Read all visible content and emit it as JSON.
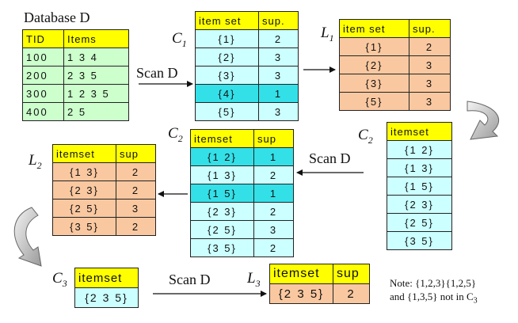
{
  "database": {
    "title": "Database D",
    "headers": [
      "TID",
      "Items"
    ],
    "rows": [
      [
        "100",
        "1 3 4"
      ],
      [
        "200",
        "2 3 5"
      ],
      [
        "300",
        "1 2 3 5"
      ],
      [
        "400",
        "2 5"
      ]
    ]
  },
  "scans": {
    "scan1": "Scan D",
    "scan2": "Scan D",
    "scan3": "Scan D"
  },
  "c1": {
    "label": "C",
    "sub": "1",
    "headers": [
      "item set",
      "sup."
    ],
    "rows": [
      [
        "{1}",
        "2"
      ],
      [
        "{2}",
        "3"
      ],
      [
        "{3}",
        "3"
      ],
      [
        "{4}",
        "1"
      ],
      [
        "{5}",
        "3"
      ]
    ],
    "highlight": [
      3
    ]
  },
  "l1": {
    "label": "L",
    "sub": "1",
    "headers": [
      "item set",
      "sup."
    ],
    "rows": [
      [
        "{1}",
        "2"
      ],
      [
        "{2}",
        "3"
      ],
      [
        "{3}",
        "3"
      ],
      [
        "{5}",
        "3"
      ]
    ]
  },
  "c2_right": {
    "label": "C",
    "sub": "2",
    "headers": [
      "itemset"
    ],
    "rows": [
      [
        "{1 2}"
      ],
      [
        "{1 3}"
      ],
      [
        "{1 5}"
      ],
      [
        "{2 3}"
      ],
      [
        "{2 5}"
      ],
      [
        "{3 5}"
      ]
    ]
  },
  "c2_mid": {
    "label": "C",
    "sub": "2",
    "headers": [
      "itemset",
      "sup"
    ],
    "rows": [
      [
        "{1 2}",
        "1"
      ],
      [
        "{1 3}",
        "2"
      ],
      [
        "{1 5}",
        "1"
      ],
      [
        "{2 3}",
        "2"
      ],
      [
        "{2 5}",
        "3"
      ],
      [
        "{3 5}",
        "2"
      ]
    ],
    "highlight": [
      0,
      2
    ]
  },
  "l2": {
    "label": "L",
    "sub": "2",
    "headers": [
      "itemset",
      "sup"
    ],
    "rows": [
      [
        "{1 3}",
        "2"
      ],
      [
        "{2 3}",
        "2"
      ],
      [
        "{2 5}",
        "3"
      ],
      [
        "{3 5}",
        "2"
      ]
    ]
  },
  "c3": {
    "label": "C",
    "sub": "3",
    "headers": [
      "itemset"
    ],
    "rows": [
      [
        "{2 3 5}"
      ]
    ]
  },
  "l3": {
    "label": "L",
    "sub": "3",
    "headers": [
      "itemset",
      "sup"
    ],
    "rows": [
      [
        "{2 3 5}",
        "2"
      ]
    ]
  },
  "note": {
    "line1": "Note: {1,2,3}{1,2,5}",
    "line2": "and {1,3,5} not in C",
    "line2_sub": "3"
  },
  "colors": {
    "header": "#ffff00",
    "candidate": "#ccffff",
    "candidate_highlight": "#33e0e8",
    "large": "#fac8a0",
    "database": "#ccffcc"
  }
}
